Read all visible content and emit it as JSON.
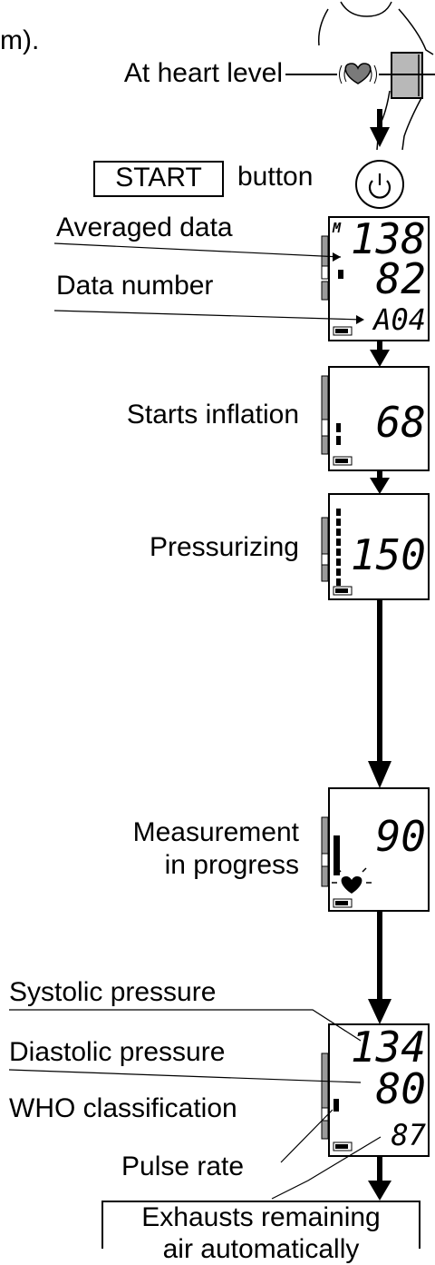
{
  "intro_fragment": "m).",
  "heart_level_label": "At heart level",
  "start_key_label": "START",
  "start_button_suffix": "button",
  "averaged_data_label": "Averaged data",
  "data_number_label": "Data number",
  "starts_inflation_label": "Starts inflation",
  "pressurizing_label": "Pressurizing",
  "measurement_line1": "Measurement",
  "measurement_line2": "in progress",
  "systolic_label": "Systolic pressure",
  "diastolic_label": "Diastolic pressure",
  "who_label": "WHO classification",
  "pulse_label": "Pulse rate",
  "final_line1": "Exhausts remaining",
  "final_line2": "air automatically",
  "lcd1": {
    "memory_mark": "M",
    "sys": "138",
    "dia": "82",
    "num": "A04"
  },
  "lcd2": {
    "pressure": "68"
  },
  "lcd3": {
    "pressure": "150"
  },
  "lcd4": {
    "pressure": "90"
  },
  "lcd5": {
    "sys": "134",
    "dia": "80",
    "pulse": "87"
  },
  "icons": {
    "power": "power-icon",
    "heart": "heart-icon",
    "battery": "battery-icon"
  }
}
